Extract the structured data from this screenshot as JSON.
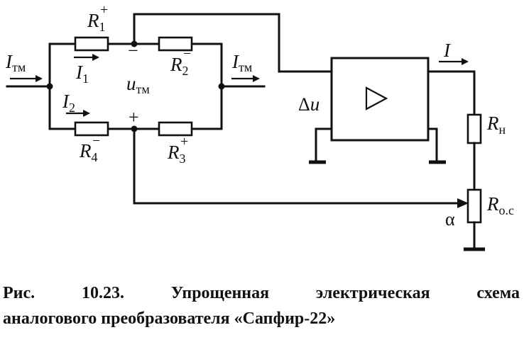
{
  "diagram": {
    "labels": {
      "r1": "R",
      "r1_sub": "1",
      "r1_sup": "+",
      "r2": "R",
      "r2_sub": "2",
      "r2_sup": "−",
      "r3": "R",
      "r3_sub": "3",
      "r3_sup": "+",
      "r4": "R",
      "r4_sub": "4",
      "r4_sup": "−",
      "rh": "R",
      "rh_sub": "н",
      "ros": "R",
      "ros_sub": "о.с",
      "itm_in": "I",
      "itm_in_sub": "тм",
      "itm_out": "I",
      "itm_out_sub": "тм",
      "i1": "I",
      "i1_sub": "1",
      "i2": "I",
      "i2_sub": "2",
      "utm": "u",
      "utm_sub": "тм",
      "i_out": "I",
      "delta_u_sym": "Δ",
      "delta_u": "u",
      "alpha": "α",
      "minus": "−",
      "plus": "+"
    }
  },
  "caption": {
    "line1": "Рис. 10.23. Упрощенная электрическая схема",
    "line2": "аналогового преобразователя «Сапфир-22»"
  }
}
